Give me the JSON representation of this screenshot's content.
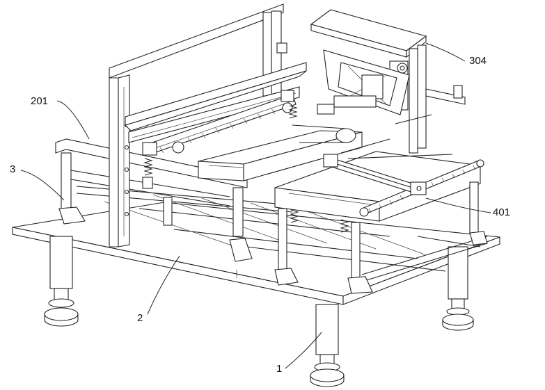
{
  "labels": {
    "l201": "201",
    "l3": "3",
    "l304": "304",
    "l401": "401",
    "l2": "2",
    "l1": "1"
  }
}
